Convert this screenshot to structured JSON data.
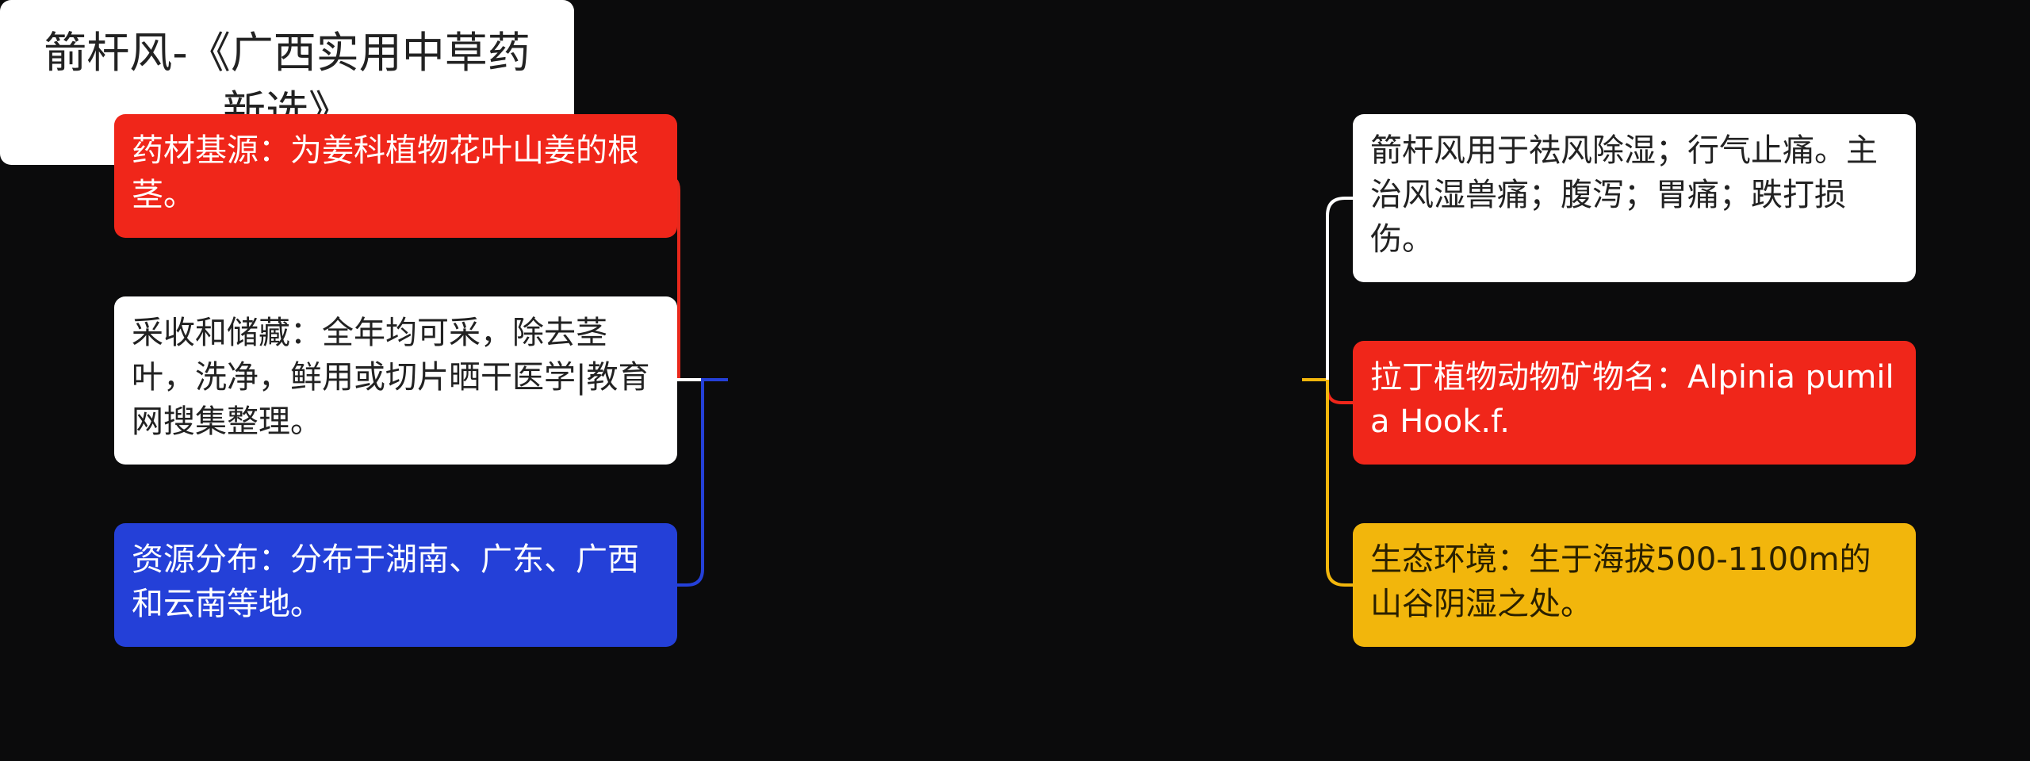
{
  "center": {
    "label": "箭杆风-《广西实用中草药新选》"
  },
  "left_nodes": [
    {
      "text": "药材基源：为姜科植物花叶山姜的根茎。",
      "color": "#f0261a"
    },
    {
      "text": "采收和储藏：全年均可采，除去茎叶，洗净，鲜用或切片晒干医学|教育网搜集整理。",
      "color": "#ffffff"
    },
    {
      "text": "资源分布：分布于湖南、广东、广西和云南等地。",
      "color": "#2440d8"
    }
  ],
  "right_nodes": [
    {
      "text": "箭杆风用于祛风除湿；行气止痛。主治风湿兽痛；腹泻；胃痛；跌打损伤。",
      "color": "#ffffff"
    },
    {
      "text": "拉丁植物动物矿物名：Alpinia pumila Hook.f.",
      "color": "#f0261a"
    },
    {
      "text": "生态环境：生于海拔500-1100m的山谷阴湿之处。",
      "color": "#f2b60c"
    }
  ],
  "connector_colors": {
    "left_top": "#e8281c",
    "left_mid": "#ffffff",
    "left_bottom": "#2440d8",
    "right": "#f2b60c",
    "right_top": "#ffffff",
    "right_mid": "#f0261a",
    "right_bottom": "#f2b60c"
  }
}
